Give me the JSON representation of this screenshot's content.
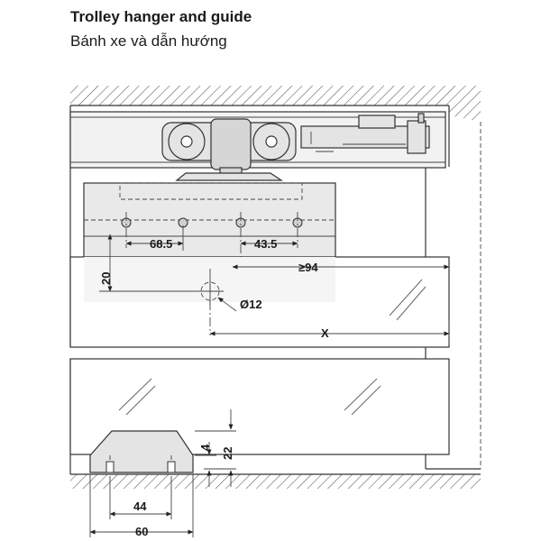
{
  "title": "Trolley hanger and guide",
  "subtitle": "Bánh xe và dẫn hướng",
  "dimensions": {
    "hole_spacing": "68.5",
    "hole_offset": "43.5",
    "min_width": "≥94",
    "vertical_offset": "20",
    "hole_diameter": "Ø12",
    "door_length": "X",
    "guide_inner_width": "44",
    "guide_outer_width": "60",
    "guide_gap": "4",
    "guide_height": "22"
  }
}
